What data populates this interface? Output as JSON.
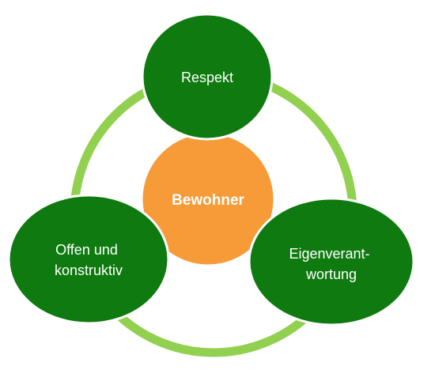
{
  "colors": {
    "ring": "#92d050",
    "outer_node_fill": "#0f7a0f",
    "outer_node_stroke": "#ffffff",
    "center_node_fill": "#f79a38",
    "center_node_stroke": "#ffffff",
    "label_text": "#ffffff"
  },
  "diagram": {
    "center": {
      "label": "Bewohner"
    },
    "nodes": [
      {
        "id": "top",
        "lines": [
          "Respekt"
        ]
      },
      {
        "id": "right",
        "lines": [
          "Eigenverant-",
          "wortung"
        ]
      },
      {
        "id": "left",
        "lines": [
          "Offen und",
          "konstruktiv"
        ]
      }
    ]
  }
}
